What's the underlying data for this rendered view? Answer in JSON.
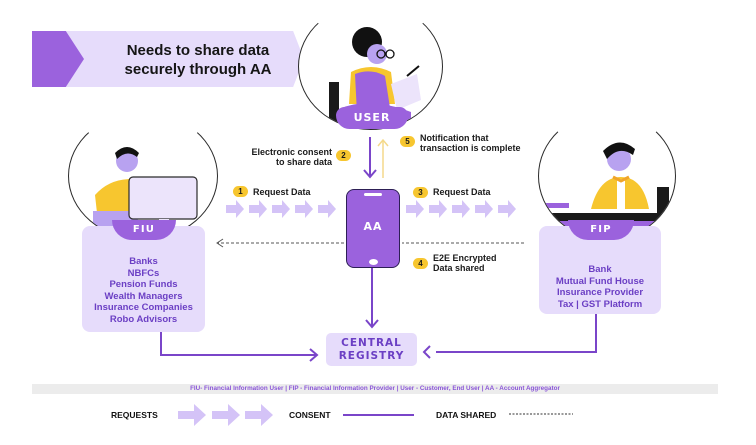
{
  "banner": {
    "line1": "Needs to share data",
    "line2": "securely through AA"
  },
  "actors": {
    "user": {
      "label": "USER"
    },
    "fiu": {
      "label": "FIU",
      "items": [
        "Banks",
        "NBFCs",
        "Pension Funds",
        "Wealth Managers",
        "Insurance Companies",
        "Robo Advisors"
      ]
    },
    "fip": {
      "label": "FIP",
      "items": [
        "Bank",
        "Mutual Fund House",
        "Insurance Provider",
        "Tax | GST Platform"
      ]
    },
    "aa": {
      "label": "AA"
    },
    "registry": {
      "line1": "CENTRAL",
      "line2": "REGISTRY"
    }
  },
  "steps": [
    {
      "num": "1",
      "line1": "Request Data",
      "line2": ""
    },
    {
      "num": "2",
      "line1": "Electronic consent",
      "line2": "to share data"
    },
    {
      "num": "3",
      "line1": "Request Data",
      "line2": ""
    },
    {
      "num": "4",
      "line1": "E2E Encrypted",
      "line2": "Data shared"
    },
    {
      "num": "5",
      "line1": "Notification that",
      "line2": "transaction is complete"
    }
  ],
  "glossary": "FIU- Financial Information User | FIP - Financial Information Provider | User - Customer, End User | AA - Account Aggregator",
  "legend": {
    "requests": "REQUESTS",
    "consent": "CONSENT",
    "data_shared": "DATA SHARED"
  },
  "colors": {
    "primary_purple": "#9b62dd",
    "light_purple": "#e6dcfb",
    "arrow_purple": "#d4c3f7",
    "dark_purple": "#6b3fc4",
    "line_purple": "#7a45c9",
    "badge_yellow": "#f7c62f",
    "notify_yellow": "#f4d98a"
  }
}
